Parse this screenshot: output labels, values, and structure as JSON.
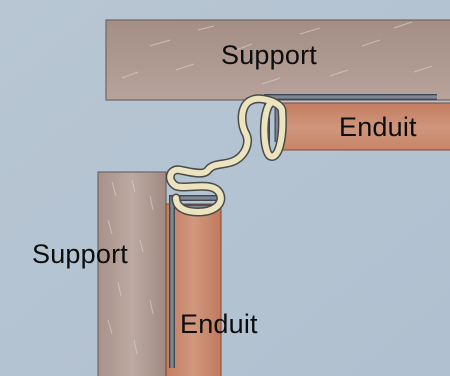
{
  "labels": {
    "support_top": "Support",
    "enduit_right": "Enduit",
    "support_left": "Support",
    "enduit_left": "Enduit"
  },
  "colors": {
    "background": "#b3c3d3",
    "support": "#a89188",
    "enduit": "#c98a6e",
    "profile_metal": "#7a828c",
    "joint_foam": "#ece4bf"
  }
}
